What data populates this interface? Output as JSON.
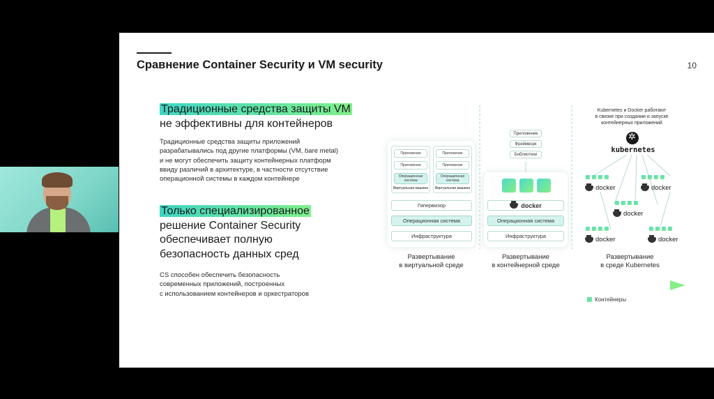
{
  "slide": {
    "title": "Сравнение Container Security и VM security",
    "page_number": "10",
    "heading1_line1": "Традиционные средства защиты VM",
    "heading1_line2": "не эффективны для контейнеров",
    "body1": [
      "Традиционные средства защиты приложений",
      "разрабатывались под другие платформы (VM, bare metal)",
      "и не могут обеспечить защиту контейнерных платформ",
      "ввиду различий в архитектуре, в частности отсутствие",
      "операционной системы в каждом контейнере"
    ],
    "heading2_line1": "Только специализированное",
    "heading2_line2": "решение Container Security",
    "heading2_line3": "обеспечивает полную",
    "heading2_line4": "безопасность данных сред",
    "body2": [
      "CS способен обеспечить безопасность",
      "современных приложений, построенных",
      "с использованием контейнеров и оркестраторов"
    ]
  },
  "vm_panel": {
    "app1": "Приложение",
    "app2": "Приложение",
    "os": "Операционная система",
    "vm": "Виртуальная машина",
    "hypervisor": "Гипервизор",
    "host_os": "Операционная система",
    "infra": "Инфраструктура",
    "caption_line1": "Развертывание",
    "caption_line2": "в виртуальной среде"
  },
  "container_panel": {
    "app": "Приложение",
    "framework": "Фреймворк",
    "libs": "Библиотеки",
    "docker": "docker",
    "host_os": "Операционная система",
    "infra": "Инфраструктура",
    "caption_line1": "Развертывание",
    "caption_line2": "в контейнерной среде"
  },
  "k8s_panel": {
    "note_line1": "Kubernetes и Docker работают",
    "note_line2": "в связке при создании и запуске",
    "note_line3": "контейнерных приложений",
    "logo_text": "kubernetes",
    "docker": "docker",
    "caption_line1": "Развертывание",
    "caption_line2": "в среде Kubernetes"
  },
  "legend": {
    "label": "Контейнеры"
  },
  "colors": {
    "accent_teal": "#3fd5c5",
    "accent_green": "#7ff08a"
  }
}
